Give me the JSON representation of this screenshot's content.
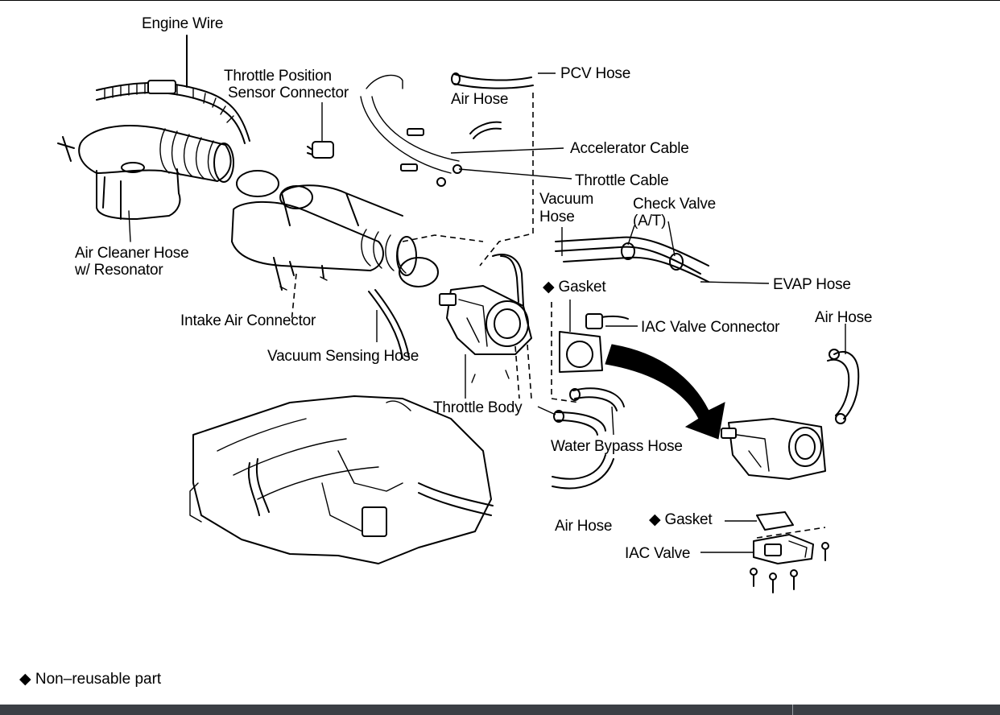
{
  "labels": {
    "engine_wire": "Engine Wire",
    "tps_connector_line1": "Throttle Position",
    "tps_connector_line2": "Sensor Connector",
    "pcv_hose": "PCV Hose",
    "air_hose_top": "Air Hose",
    "accelerator_cable": "Accelerator Cable",
    "throttle_cable": "Throttle Cable",
    "vacuum_hose_line1": "Vacuum",
    "vacuum_hose_line2": "Hose",
    "check_valve_line1": "Check Valve",
    "check_valve_line2": "(A/T)",
    "air_cleaner_hose_line1": "Air Cleaner Hose",
    "air_cleaner_hose_line2": "w/ Resonator",
    "gasket_top": "◆ Gasket",
    "evap_hose": "EVAP Hose",
    "intake_air_connector": "Intake Air Connector",
    "iac_valve_connector": "IAC Valve Connector",
    "air_hose_right": "Air Hose",
    "vacuum_sensing_hose": "Vacuum Sensing Hose",
    "throttle_body": "Throttle Body",
    "water_bypass_hose": "Water Bypass Hose",
    "air_hose_bottom": "Air Hose",
    "gasket_bottom": "◆ Gasket",
    "iac_valve": "IAC Valve"
  },
  "legend": {
    "text": "◆ Non–reusable part"
  },
  "icons": {
    "non_reusable_marker": "black-diamond-icon"
  },
  "colors": {
    "ink": "#000000",
    "background": "#ffffff",
    "footer_bar": "#3b3f45"
  }
}
